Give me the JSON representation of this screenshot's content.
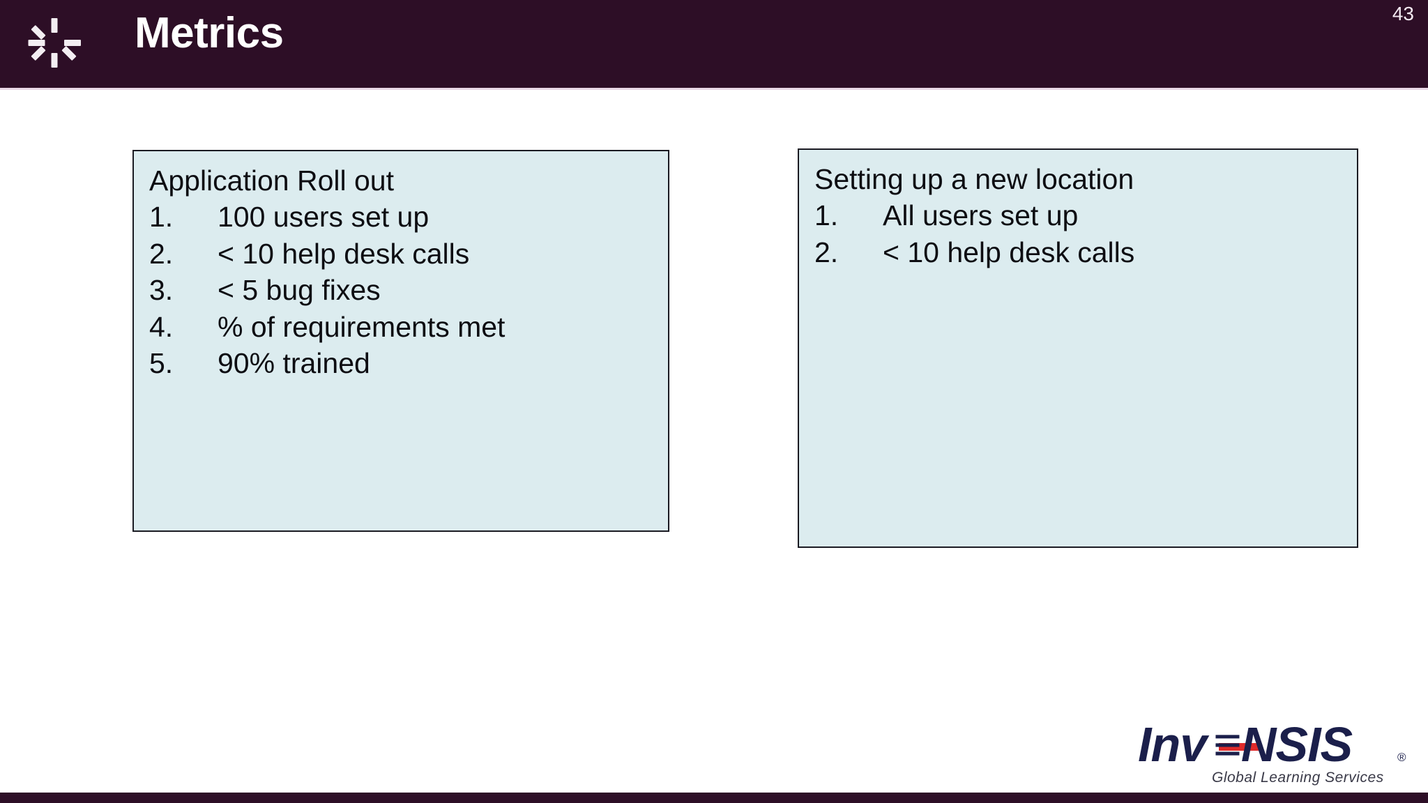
{
  "slide": {
    "title": "Metrics",
    "page_number": "43",
    "header_color": "#2d0e26",
    "box_fill_color": "#dcecef",
    "box_border_color": "#1a1a22",
    "title_color": "#ffffff",
    "brand_icon": "spinner-icon"
  },
  "boxes": [
    {
      "heading": "Application Roll out",
      "items": [
        {
          "num": "1.",
          "text": "100 users set up"
        },
        {
          "num": "2.",
          "text": "< 10 help desk calls"
        },
        {
          "num": "3.",
          "text": "< 5 bug fixes"
        },
        {
          "num": "4.",
          "text": "% of requirements met"
        },
        {
          "num": "5.",
          "text": "90% trained"
        }
      ]
    },
    {
      "heading": "Setting up a new location",
      "items": [
        {
          "num": "1.",
          "text": "All users set up"
        },
        {
          "num": "2.",
          "text": "< 10 help desk calls"
        }
      ]
    }
  ],
  "logo": {
    "name": "Invensis",
    "part_a": "Inv",
    "part_b": "NSIS",
    "registered_mark": "®",
    "tagline": "Global Learning Services",
    "text_color": "#1b1f4b",
    "accent_color": "#e02a2a"
  }
}
